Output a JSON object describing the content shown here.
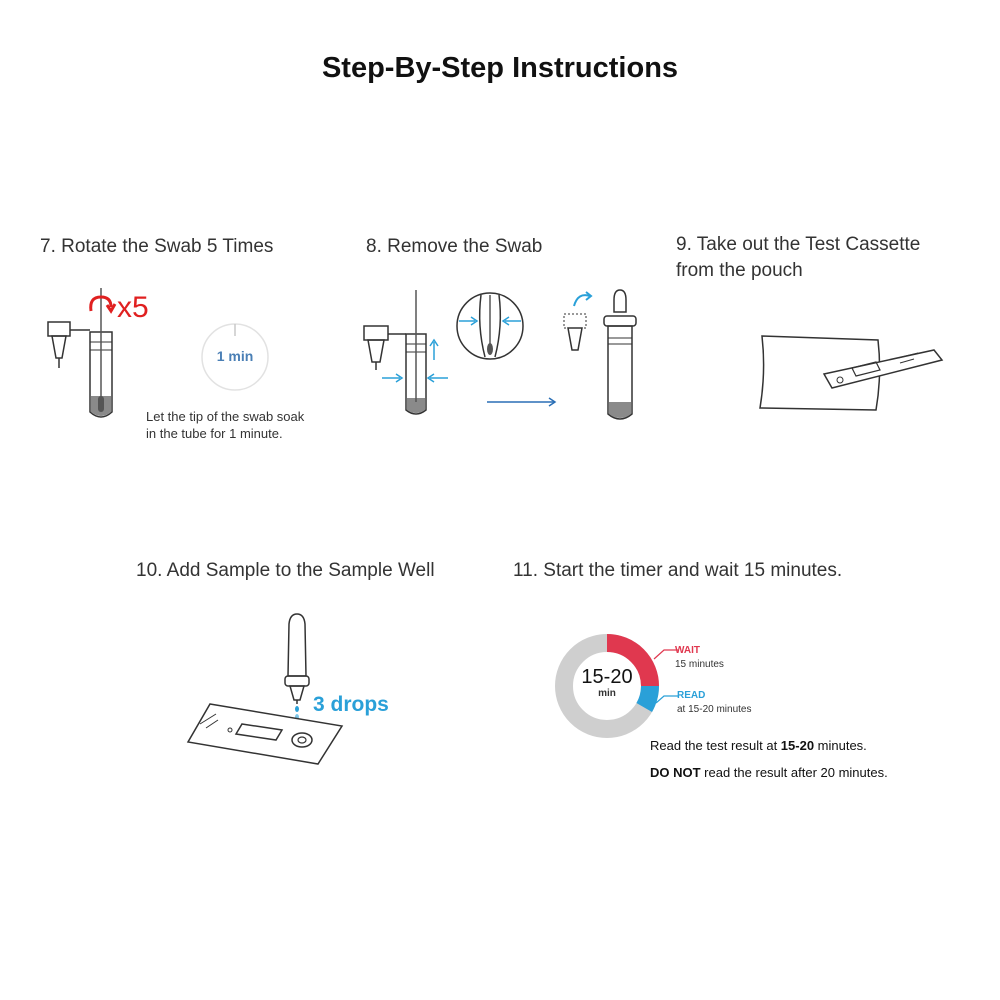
{
  "title": "Step-By-Step Instructions",
  "steps": [
    {
      "title": "7. Rotate the Swab 5 Times",
      "rotate_count": "x5",
      "timer_label": "1 min",
      "caption": "Let the tip of the swab soak\nin the tube for 1 minute."
    },
    {
      "title": "8. Remove the Swab"
    },
    {
      "title": "9. Take out the Test Cassette\n     from the pouch"
    },
    {
      "title": "10. Add Sample to the Sample Well",
      "drops_label": "3 drops"
    },
    {
      "title": "11. Start the timer and wait 15 minutes.",
      "timer_center": "15-20",
      "timer_unit": "min",
      "wait_label": "WAIT",
      "wait_sub": "15 minutes",
      "read_label": "READ",
      "read_sub": "at 15-20 minutes",
      "note1_prefix": "Read the test result at ",
      "note1_bold": "15-20",
      "note1_suffix": " minutes.",
      "note2_bold": "DO NOT",
      "note2_suffix": " read the result after 20 minutes."
    }
  ],
  "colors": {
    "accent_red": "#e0384f",
    "accent_blue": "#2aa0d8",
    "timer_gray": "#cfcfcf"
  }
}
